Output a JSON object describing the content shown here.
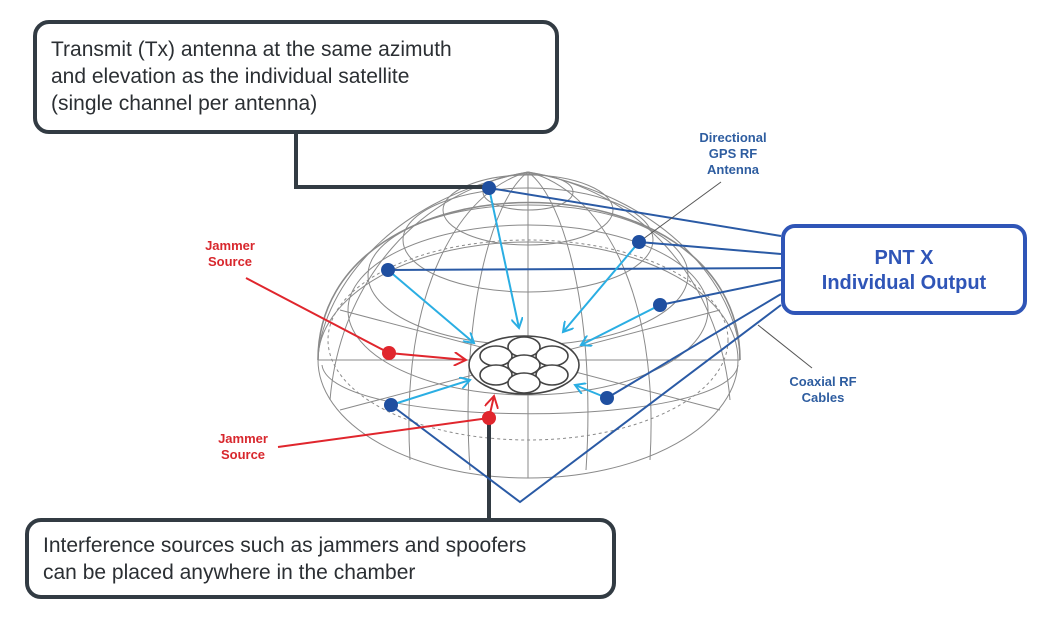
{
  "callouts": {
    "top": [
      "Transmit (Tx) antenna at the same azimuth",
      "and elevation as the individual satellite",
      "(single channel per antenna)"
    ],
    "bottom": [
      "Interference sources such as jammers and spoofers",
      "can be placed anywhere in the chamber"
    ]
  },
  "output_box": {
    "title": "PNT X",
    "subtitle": "Individual Output"
  },
  "labels": {
    "directional_antenna": [
      "Directional",
      "GPS RF",
      "Antenna"
    ],
    "coaxial_cables": [
      "Coaxial RF",
      "Cables"
    ],
    "jammer_top": [
      "Jammer",
      "Source"
    ],
    "jammer_bottom": [
      "Jammer",
      "Source"
    ]
  },
  "colors": {
    "antenna": "#1f4fa0",
    "signal": "#2aaee3",
    "jammer": "#e0262d",
    "cable": "#2a5aa5",
    "callout_border": "#323b43",
    "output_border": "#2f55b7",
    "mesh": "#8a8a8a"
  }
}
